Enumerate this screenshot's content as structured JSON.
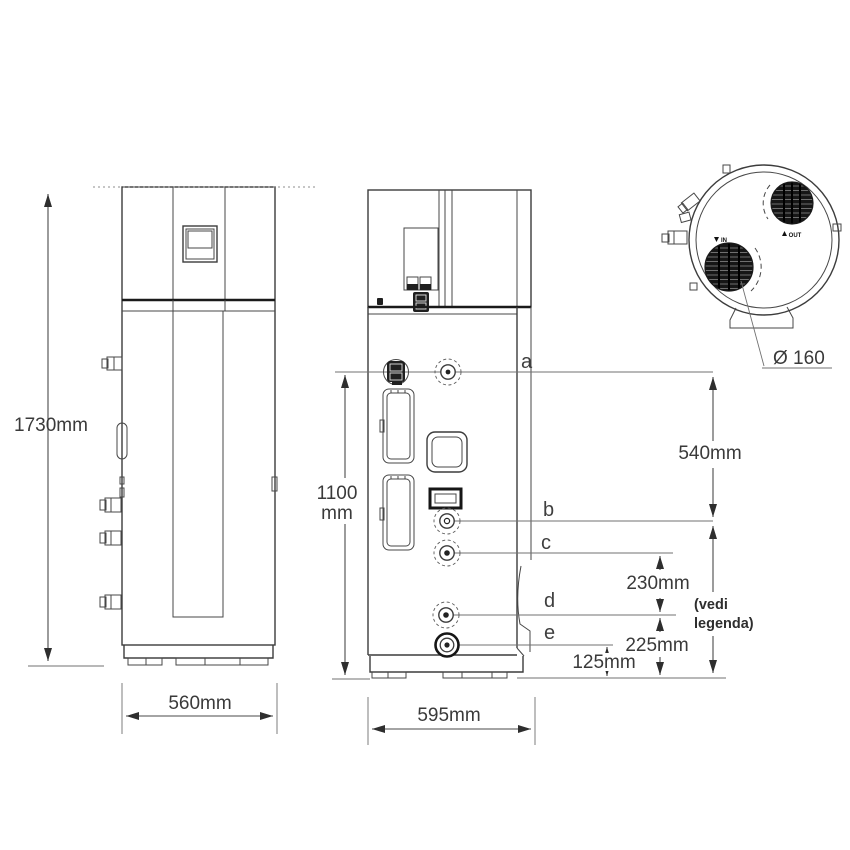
{
  "front_view": {
    "height_dim": "1730mm",
    "width_dim": "560mm"
  },
  "rear_view": {
    "height_dim_line1": "1100",
    "height_dim_line2": "mm",
    "width_dim": "595mm",
    "connection_labels": [
      "a",
      "b",
      "c",
      "d",
      "e"
    ],
    "dim_a_to_b": "540mm",
    "dim_c_to_d": "230mm",
    "dim_d_to_base": "225mm",
    "dim_e_to_base": "125mm",
    "note_line1": "(vedi",
    "note_line2": "legenda)"
  },
  "top_view": {
    "air_in_label": "IN",
    "air_out_label": "OUT",
    "duct_diameter": "Ø 160"
  },
  "colors": {
    "ink": "#3c3c3c",
    "background": "#ffffff",
    "grille_fill": "#161616"
  }
}
